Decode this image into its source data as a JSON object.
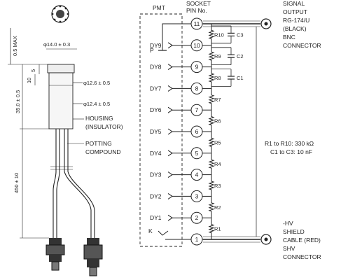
{
  "left_drawing": {
    "dim_top_max": "0.5 MAX",
    "dim_diameter_top": "φ14.0 ± 0.3",
    "dim_5": "5",
    "dim_10": "10",
    "dim_35": "35.0 ± 0.5",
    "dim_diameter_mid": "φ12.6 ± 0.5",
    "dim_diameter_low": "φ12.4 ± 0.5",
    "housing_label_1": "HOUSING",
    "housing_label_2": "(INSULATOR)",
    "potting_label_1": "POTTING",
    "potting_label_2": "COMPOUND",
    "dim_cable": "450 ± 10"
  },
  "schematic": {
    "pmt_label": "PMT",
    "socket_label_1": "SOCKET",
    "socket_label_2": "PIN No.",
    "pins": [
      "11",
      "10",
      "9",
      "8",
      "7",
      "6",
      "5",
      "4",
      "3",
      "2",
      "1"
    ],
    "electrodes": [
      "P",
      "DY9",
      "DY8",
      "DY7",
      "DY6",
      "DY5",
      "DY4",
      "DY3",
      "DY2",
      "DY1",
      "K"
    ],
    "resistors": [
      "R10",
      "R9",
      "R8",
      "R7",
      "R6",
      "R5",
      "R4",
      "R3",
      "R2",
      "R1"
    ],
    "capacitors": [
      "C3",
      "C2",
      "C1"
    ],
    "values_line_1": "R1 to R10: 330 kΩ",
    "values_line_2": "C1 to C3: 10 nF",
    "signal_output": [
      "SIGNAL",
      "OUTPUT",
      "RG-174/U",
      "(BLACK)",
      "BNC",
      "CONNECTOR"
    ],
    "hv_output": [
      "-HV",
      "SHIELD",
      "CABLE (RED)",
      "SHV",
      "CONNECTOR"
    ]
  }
}
